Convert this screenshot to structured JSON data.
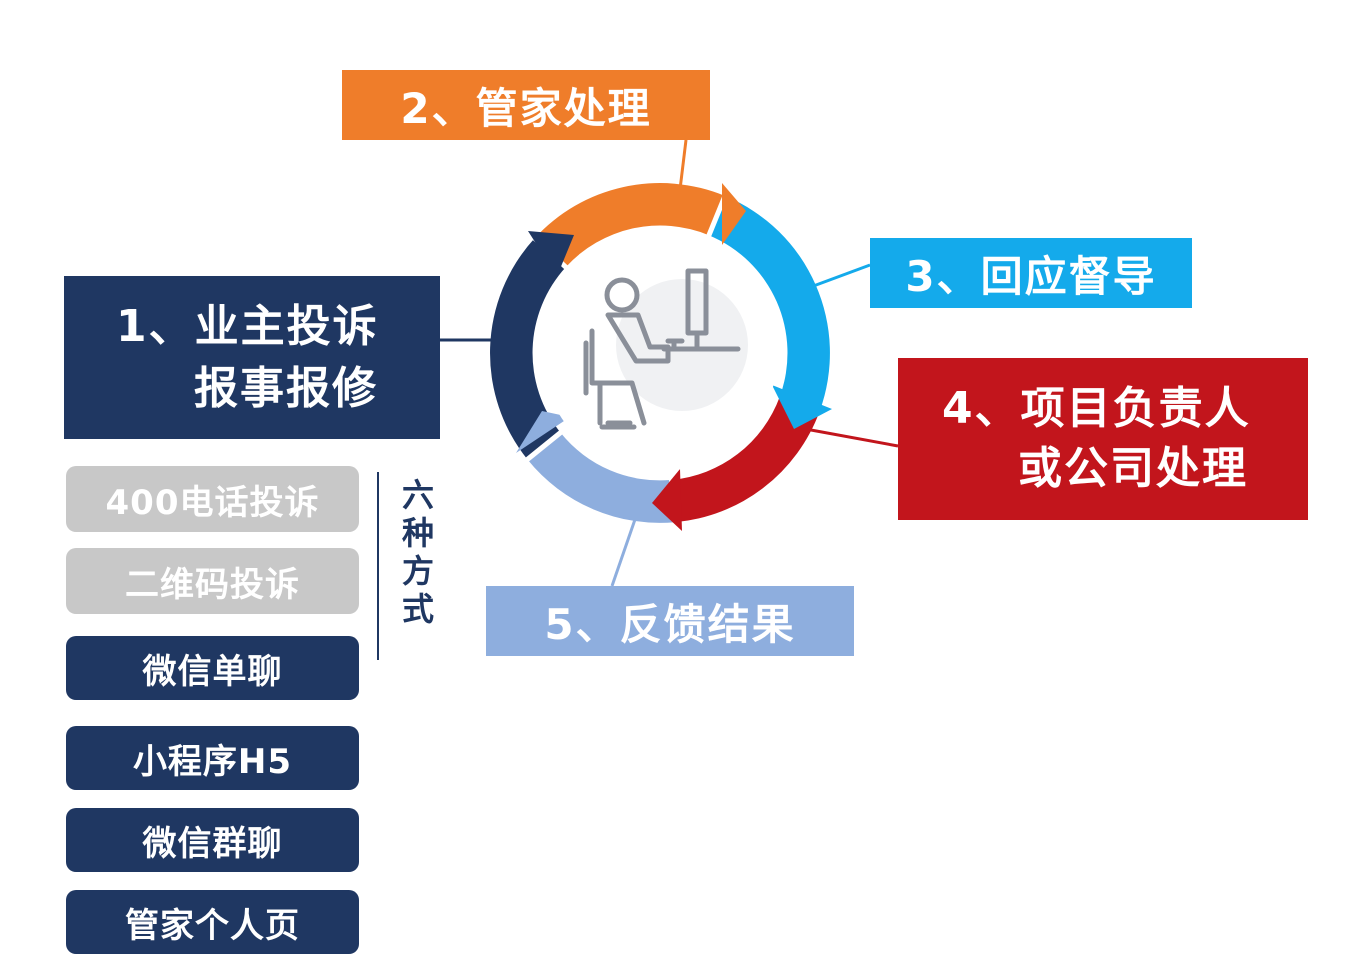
{
  "steps": {
    "s1_line1": "1、业主投诉",
    "s1_line2": "报事报修",
    "s2": "2、管家处理",
    "s3": "3、回应督导",
    "s4_line1": "4、项目负责人",
    "s4_line2": "或公司处理",
    "s5": "5、反馈结果"
  },
  "methods": {
    "caption_chars": [
      "六",
      "种",
      "方",
      "式"
    ],
    "items": [
      "400电话投诉",
      "二维码投诉",
      "微信单聊",
      "小程序H5",
      "微信群聊",
      "管家个人页"
    ]
  },
  "center_icon": "person-at-computer-icon",
  "colors": {
    "orange": "#ef7d2a",
    "sky_blue": "#14aaeb",
    "red": "#c2151c",
    "light_blue": "#8eaede",
    "navy": "#1f3762",
    "grey": "#c8c8c8"
  }
}
